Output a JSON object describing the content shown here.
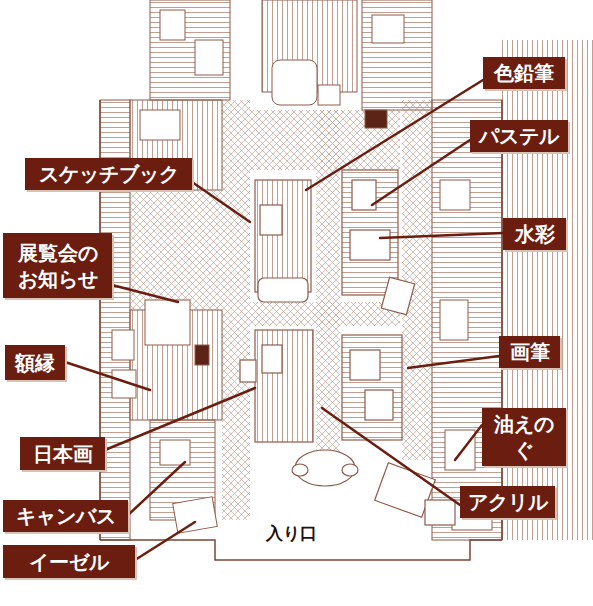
{
  "diagram": {
    "nodes": [
      {
        "text": [
          "色鉛筆"
        ]
      },
      {
        "text": [
          "パステル"
        ]
      },
      {
        "text": [
          "スケッチブック"
        ]
      },
      {
        "text": [
          "水彩"
        ]
      },
      {
        "text": [
          "展覧会の お知らせ"
        ]
      },
      {
        "text": [
          "画筆"
        ]
      },
      {
        "text": [
          "額縁"
        ]
      },
      {
        "text": [
          "油えのぐ"
        ]
      },
      {
        "text": [
          "日本画"
        ]
      },
      {
        "text": [
          "アクリル"
        ]
      },
      {
        "text": [
          "キャンバス"
        ]
      },
      {
        "text": [
          "イーゼル"
        ]
      }
    ],
    "labels": [
      "入り口"
    ]
  }
}
